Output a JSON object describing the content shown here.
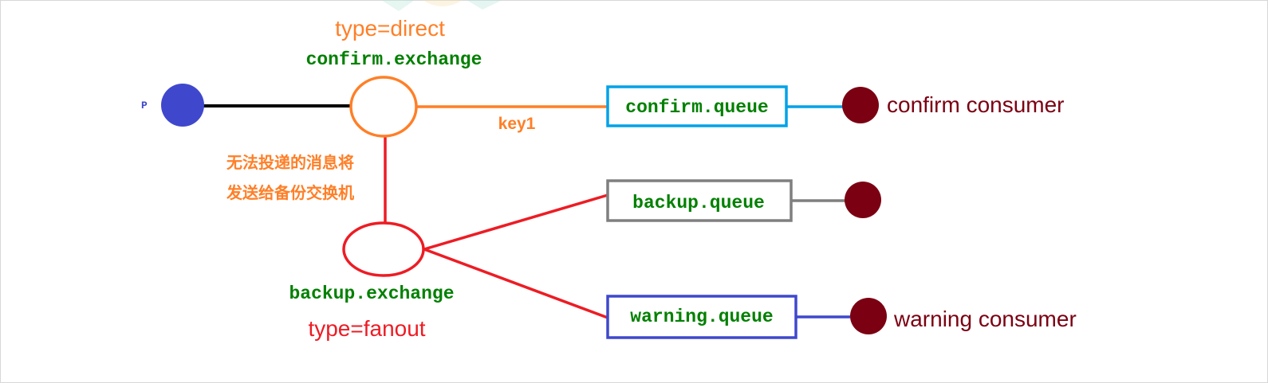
{
  "exchanges": {
    "confirm": {
      "type_label": "type=direct",
      "name": "confirm.exchange"
    },
    "backup": {
      "type_label": "type=fanout",
      "name": "backup.exchange"
    }
  },
  "producer": {
    "label": "P"
  },
  "routing_key": "key1",
  "note": {
    "line1": "无法投递的消息将",
    "line2": "发送给备份交换机"
  },
  "queues": {
    "confirm": "confirm.queue",
    "backup": "backup.queue",
    "warning": "warning.queue"
  },
  "consumers": {
    "confirm": "confirm consumer",
    "warning": "warning consumer"
  },
  "colors": {
    "producer": "#3f48cc",
    "confirm_exchange": "#ff7f27",
    "backup_exchange": "#ed1c24",
    "name_text": "#008000",
    "confirm_queue_border": "#00a2e8",
    "backup_queue_border": "#7f7f7f",
    "warning_queue_border": "#3f48cc",
    "consumer": "#7b0012",
    "note_text": "#ff7f27"
  }
}
